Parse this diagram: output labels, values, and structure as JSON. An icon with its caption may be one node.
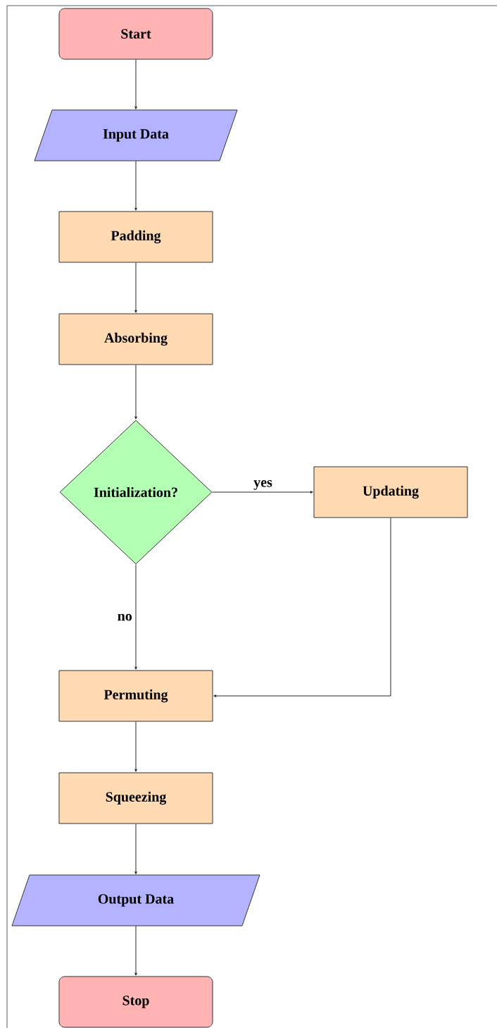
{
  "diagram": {
    "nodes": [
      {
        "text": [
          "Start"
        ]
      },
      {
        "text": [
          "Input Data"
        ]
      },
      {
        "text": [
          "Padding"
        ]
      },
      {
        "text": [
          "Absorbing"
        ]
      },
      {
        "text": [
          "Initialization?"
        ]
      },
      {
        "text": [
          "Updating"
        ]
      },
      {
        "text": [
          "Permuting"
        ]
      },
      {
        "text": [
          "Squeezing"
        ]
      },
      {
        "text": [
          "Output Data"
        ]
      },
      {
        "text": [
          "Stop"
        ]
      }
    ],
    "edges": [
      {
        "from": 0,
        "to": 1,
        "arrow": "to"
      },
      {
        "from": 1,
        "to": 2,
        "arrow": "to"
      },
      {
        "from": 2,
        "to": 3,
        "arrow": "to"
      },
      {
        "from": 3,
        "to": 4,
        "arrow": "to"
      },
      {
        "from": 4,
        "to": 5,
        "arrow": "to",
        "label": "yes"
      },
      {
        "from": 4,
        "to": 6,
        "arrow": "to",
        "label": "no"
      },
      {
        "from": 5,
        "to": 6,
        "arrow": "to"
      },
      {
        "from": 6,
        "to": 7,
        "arrow": "to"
      },
      {
        "from": 7,
        "to": 8,
        "arrow": "to"
      },
      {
        "from": 8,
        "to": 9,
        "arrow": "to"
      }
    ]
  }
}
